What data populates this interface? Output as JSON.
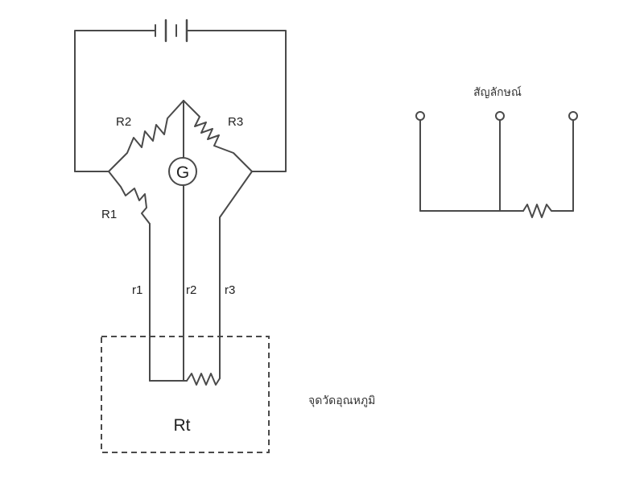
{
  "diagram": {
    "bridge_labels": {
      "r1_resistor": "R1",
      "r2_resistor": "R2",
      "r3_resistor": "R3",
      "galvanometer": "G"
    },
    "lead_labels": {
      "lead1": "r1",
      "lead2": "r2",
      "lead3": "r3"
    },
    "sensor_label": "Rt",
    "measuring_point_caption": "จุดวัดอุณหภูมิ",
    "symbol_caption": "สัญลักษณ์"
  }
}
